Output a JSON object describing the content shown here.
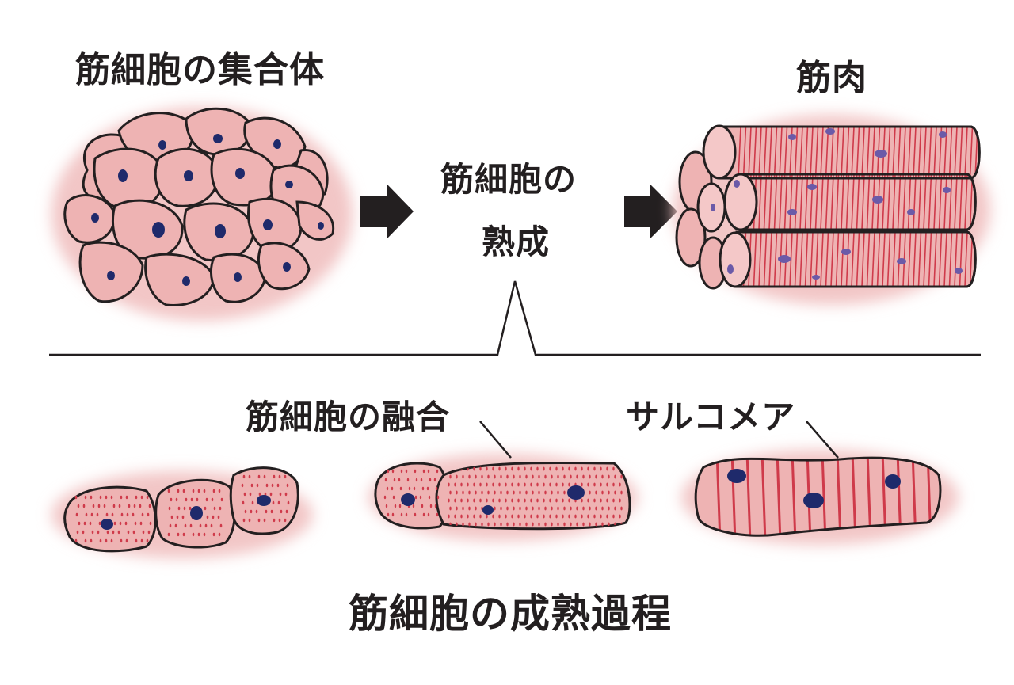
{
  "labels": {
    "cluster": "筋細胞の集合体",
    "maturation_line1": "筋細胞の",
    "maturation_line2": "熟成",
    "muscle": "筋肉",
    "fusion": "筋細胞の融合",
    "sarcomere": "サルコメア",
    "process_title": "筋細胞の成熟過程"
  },
  "colors": {
    "cell_fill": "#eeb3b3",
    "cell_glow": "#f2c6c6",
    "outline": "#231f20",
    "nucleus": "#1f2a6b",
    "muscle_nucleus": "#6b5aa8",
    "stripe": "#cf3a4a"
  }
}
